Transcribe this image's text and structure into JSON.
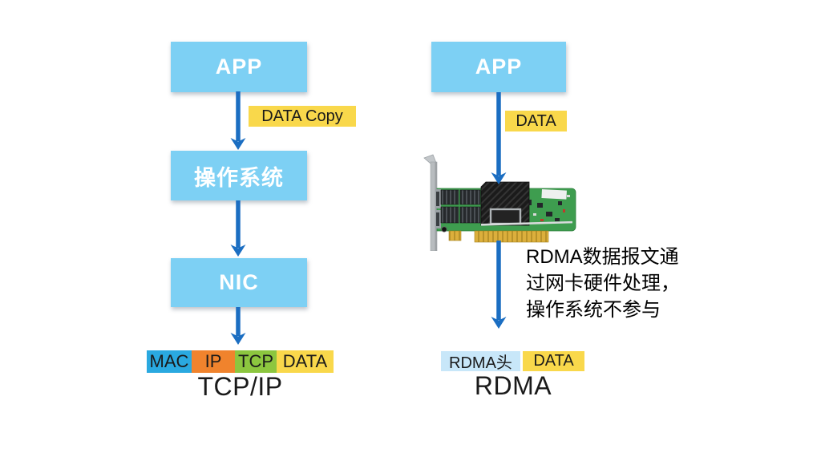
{
  "left_flow": {
    "app_label": "APP",
    "data_copy_label": "DATA Copy",
    "os_label": "操作系统",
    "nic_label": "NIC",
    "packet_segments": [
      {
        "label": "MAC",
        "color": "#2AA9E0"
      },
      {
        "label": "IP",
        "color": "#F0832D"
      },
      {
        "label": "TCP",
        "color": "#8CC63F"
      },
      {
        "label": "DATA",
        "color": "#F9D84B"
      }
    ],
    "caption": "TCP/IP"
  },
  "right_flow": {
    "app_label": "APP",
    "data_label": "DATA",
    "nic_image_name": "network-interface-card-photo",
    "annotation_full": "RDMA数据报文通过网卡硬件处理，操作系统不参与",
    "annotation_lines": [
      "RDMA数据报文通",
      "过网卡硬件处理，",
      "操作系统不参与"
    ],
    "packet_segments": [
      {
        "label": "RDMA头",
        "color": "#C8E7F9"
      },
      {
        "label": "DATA",
        "color": "#F9D84B"
      }
    ],
    "caption": "RDMA"
  },
  "colors": {
    "box_blue": "#7DD0F4",
    "arrow_blue": "#1B6EC2",
    "highlight_yellow": "#F9D84B",
    "rdma_header_blue": "#C8E7F9",
    "text_dark": "#1A1A1A",
    "box_text": "#FFFFFF",
    "pcb_green": "#3E9D4F",
    "background": "#FFFFFF"
  }
}
